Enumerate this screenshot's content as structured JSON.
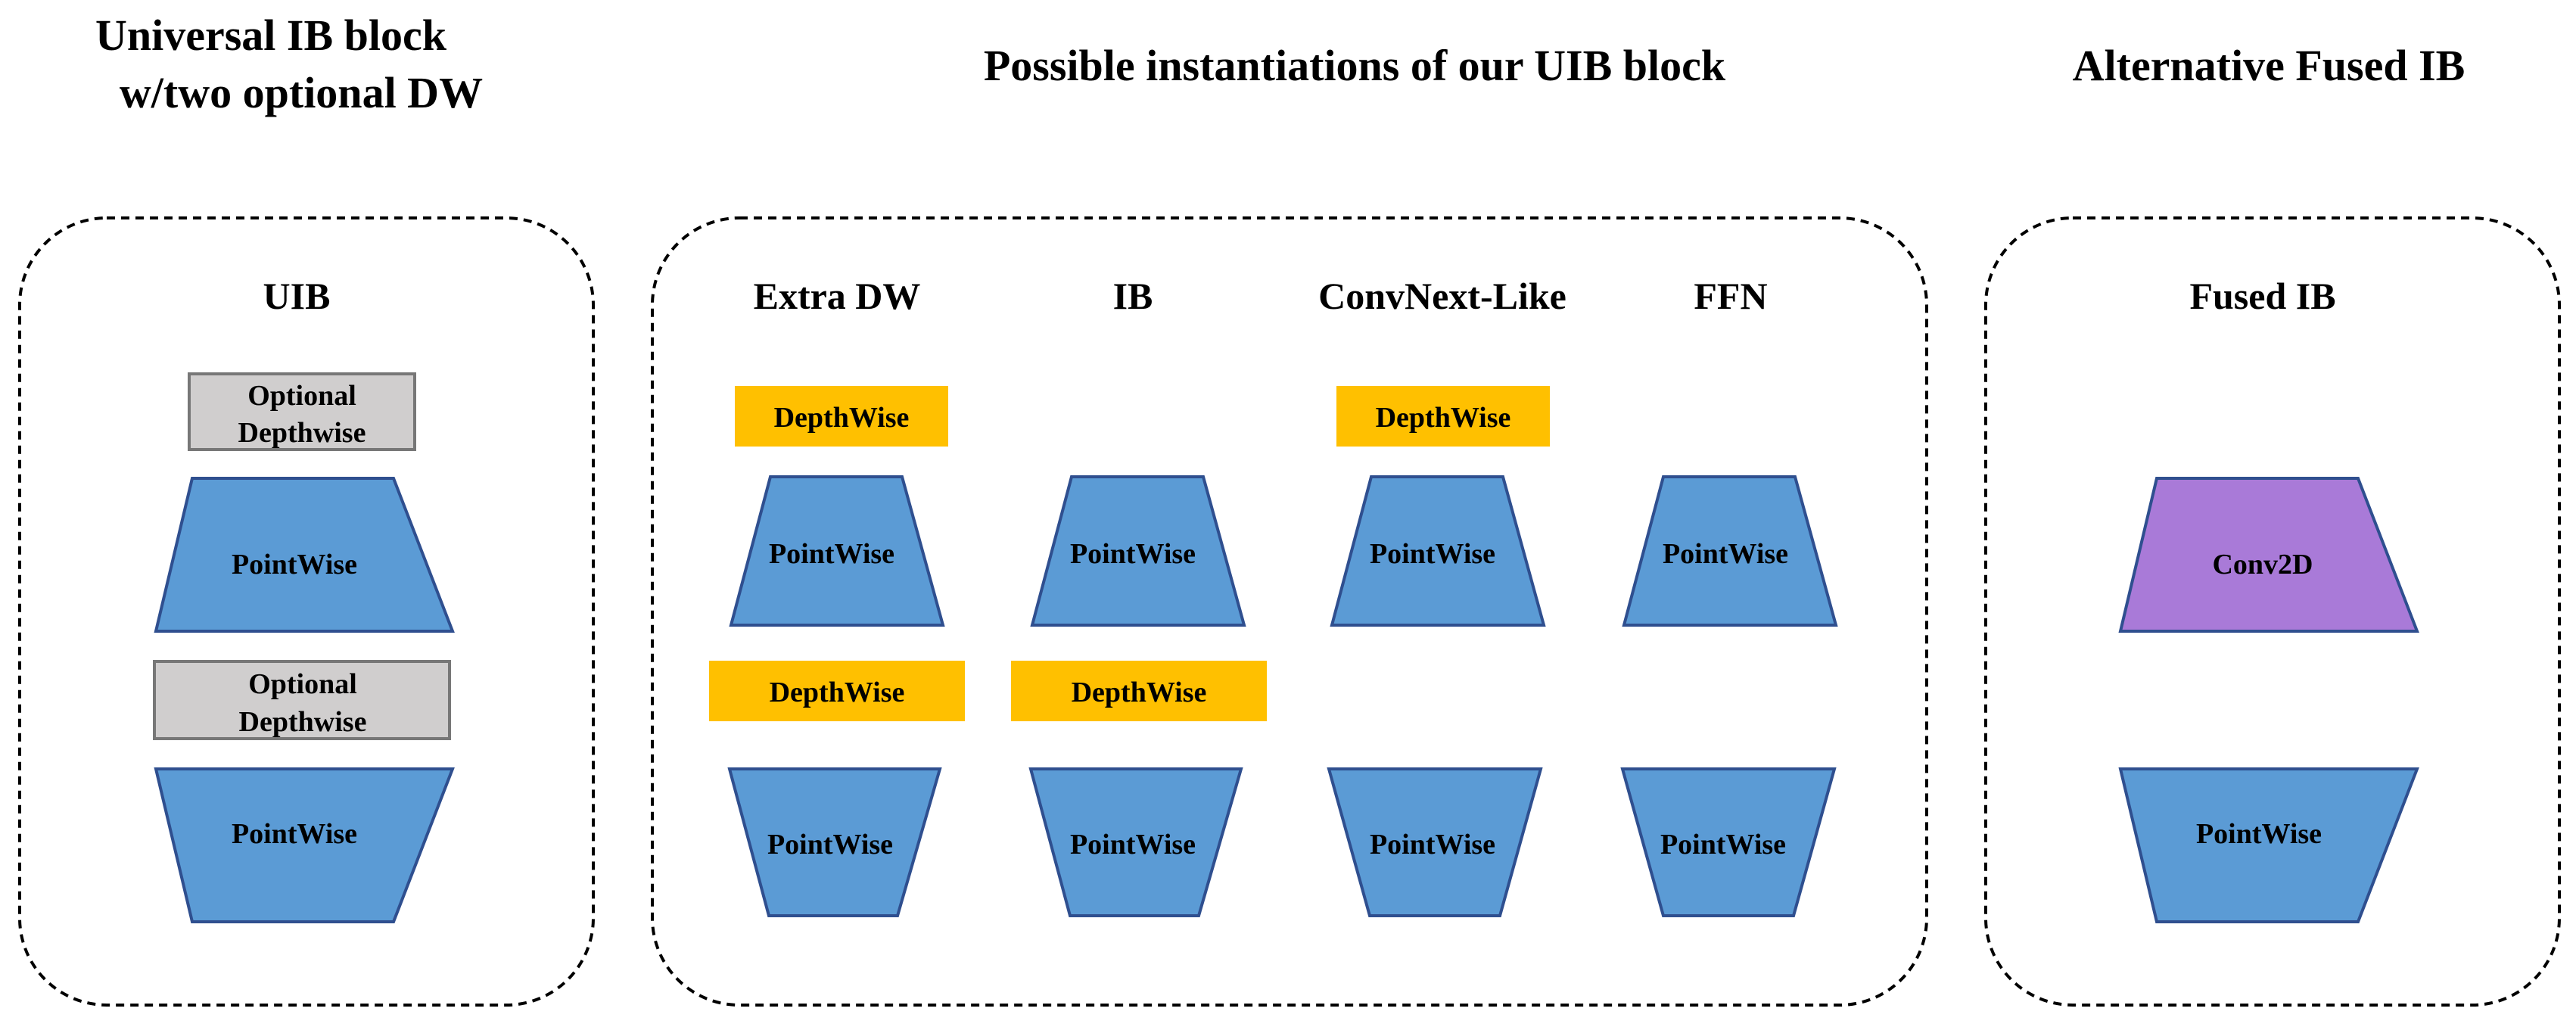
{
  "titles": {
    "left": [
      "Universal IB block",
      "w/two optional DW"
    ],
    "middle": "Possible instantiations of our UIB block",
    "right": "Alternative Fused IB"
  },
  "columns": {
    "uib": "UIB",
    "extra_dw": "Extra DW",
    "ib": "IB",
    "convnext": "ConvNext-Like",
    "ffn": "FFN",
    "fused_ib": "Fused IB"
  },
  "blocks": {
    "pointwise": "PointWise",
    "depthwise": "DepthWise",
    "optional_depthwise": [
      "Optional",
      "Depthwise"
    ],
    "conv2d": "Conv2D"
  },
  "colors": {
    "pointwise_fill": "#5b9bd5",
    "depthwise_fill": "#ffc000",
    "optional_fill": "#d0cece",
    "conv2d_fill": "#a97ad8"
  }
}
